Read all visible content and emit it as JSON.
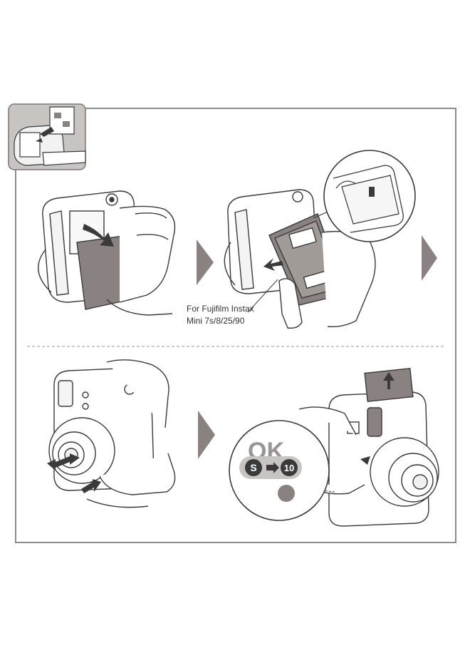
{
  "caption": {
    "line1": "For Fujifilm Instax",
    "line2": "Mini 7s/8/25/90"
  },
  "ok_label": "OK",
  "counter": {
    "from": "S",
    "to": "10"
  },
  "colors": {
    "frame": "#8c8c8c",
    "arrow_gray": "#8a8280",
    "line": "#3a3a3a",
    "badge_bg": "#c8c4c2",
    "ok_gray": "#9a9494"
  }
}
